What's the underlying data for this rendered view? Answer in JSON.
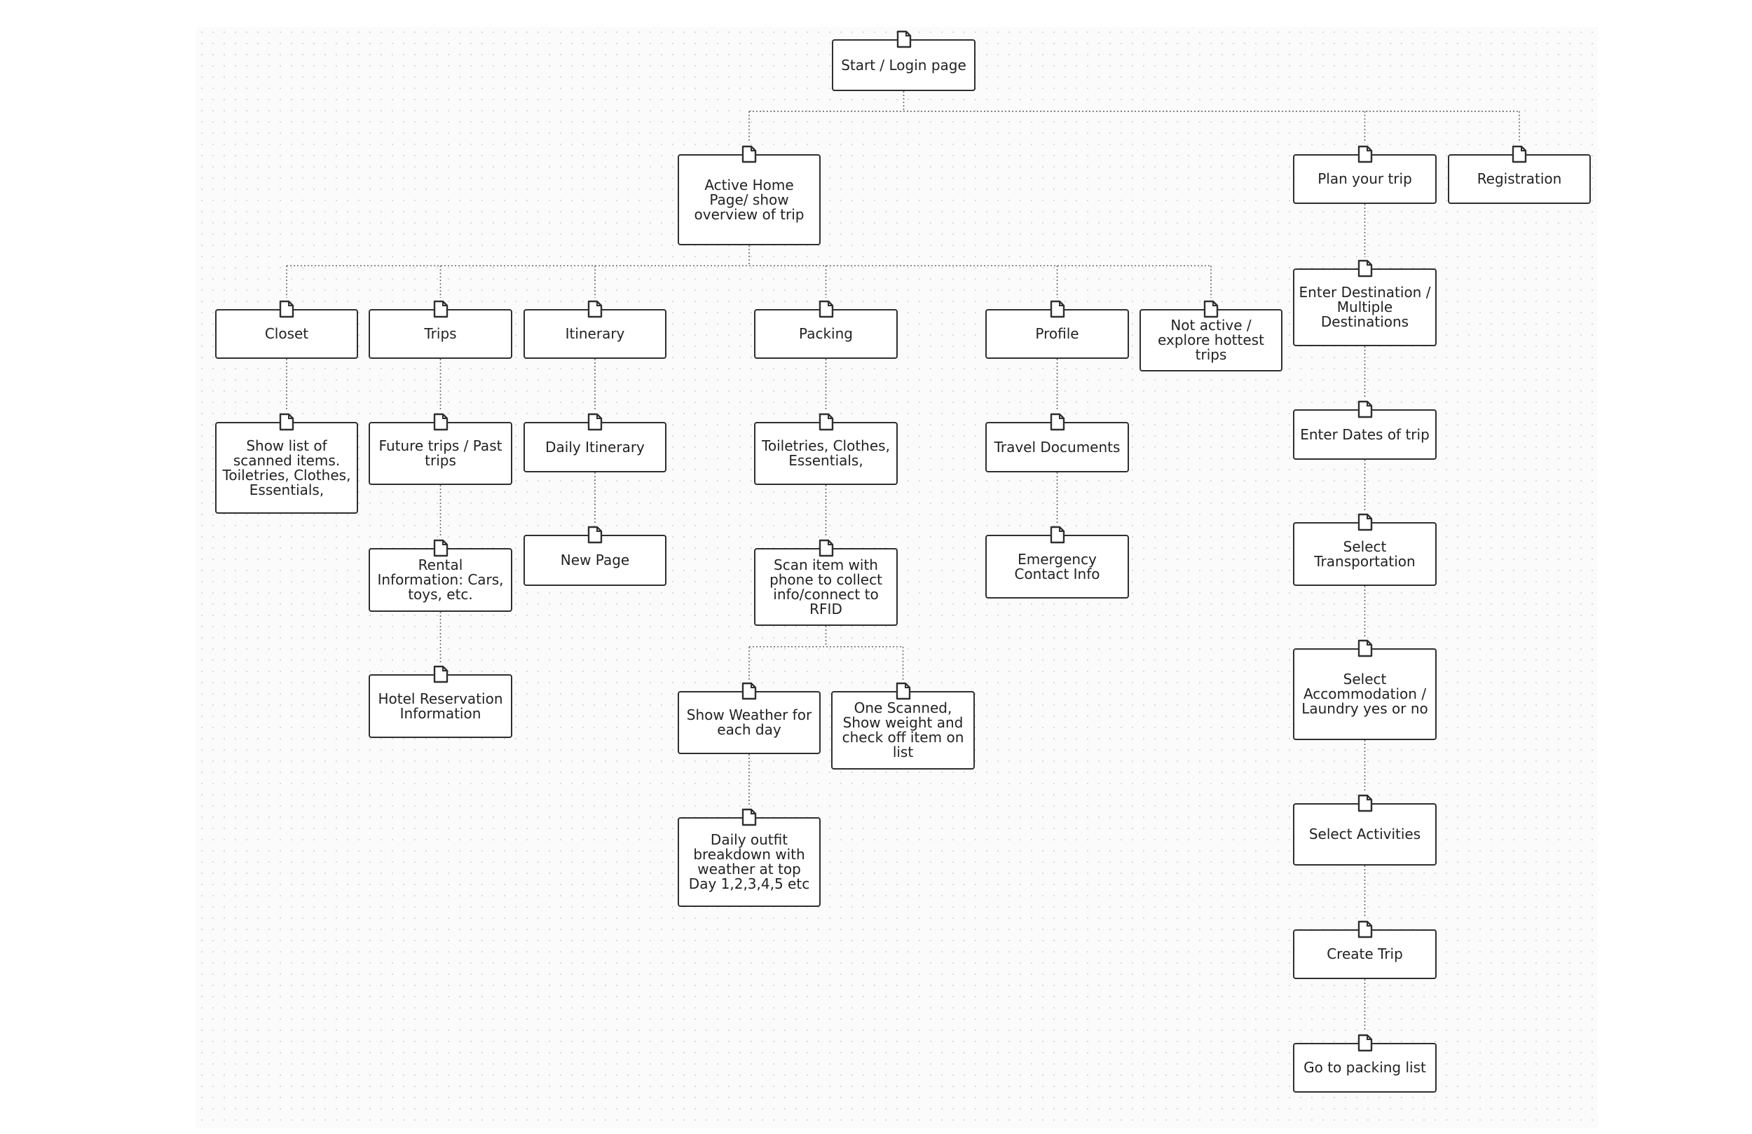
{
  "diagram": {
    "type": "sitemap",
    "nodes": [
      {
        "id": "start",
        "label": "Start / Login page"
      },
      {
        "id": "home",
        "label": "Active Home Page/ show overview of trip"
      },
      {
        "id": "plan",
        "label": "Plan your trip"
      },
      {
        "id": "registration",
        "label": "Registration"
      },
      {
        "id": "closet",
        "label": "Closet"
      },
      {
        "id": "trips",
        "label": "Trips"
      },
      {
        "id": "itinerary",
        "label": "Itinerary"
      },
      {
        "id": "packing",
        "label": "Packing"
      },
      {
        "id": "profile",
        "label": "Profile"
      },
      {
        "id": "notactive",
        "label": "Not active / explore hottest trips"
      },
      {
        "id": "scanned",
        "label": "Show list of scanned items. Toiletries, Clothes, Essentials,"
      },
      {
        "id": "future",
        "label": "Future trips / Past trips"
      },
      {
        "id": "rental",
        "label": "Rental Information: Cars, toys, etc."
      },
      {
        "id": "hotel",
        "label": "Hotel Reservation Information"
      },
      {
        "id": "daily",
        "label": "Daily Itinerary"
      },
      {
        "id": "newpage",
        "label": "New Page"
      },
      {
        "id": "toiletries",
        "label": "Toiletries, Clothes, Essentials,"
      },
      {
        "id": "scan",
        "label": "Scan item with phone to collect info/connect to RFID"
      },
      {
        "id": "weather",
        "label": "Show Weather for each day"
      },
      {
        "id": "onescanned",
        "label": "One Scanned, Show weight and check off item on list"
      },
      {
        "id": "outfit",
        "label": "Daily outfit breakdown with weather at top Day 1,2,3,4,5 etc"
      },
      {
        "id": "traveldocs",
        "label": "Travel Documents"
      },
      {
        "id": "emergency",
        "label": "Emergency Contact Info"
      },
      {
        "id": "destination",
        "label": "Enter Destination / Multiple Destinations"
      },
      {
        "id": "dates",
        "label": "Enter Dates of trip"
      },
      {
        "id": "transport",
        "label": "Select Transportation"
      },
      {
        "id": "accommodation",
        "label": "Select Accommodation / Laundry yes or no"
      },
      {
        "id": "activities",
        "label": "Select Activities"
      },
      {
        "id": "create",
        "label": "Create Trip"
      },
      {
        "id": "gopacking",
        "label": "Go to packing list"
      }
    ],
    "edges": [
      [
        "start",
        "home"
      ],
      [
        "start",
        "plan"
      ],
      [
        "start",
        "registration"
      ],
      [
        "home",
        "closet"
      ],
      [
        "home",
        "trips"
      ],
      [
        "home",
        "itinerary"
      ],
      [
        "home",
        "packing"
      ],
      [
        "home",
        "profile"
      ],
      [
        "home",
        "notactive"
      ],
      [
        "closet",
        "scanned"
      ],
      [
        "trips",
        "future"
      ],
      [
        "future",
        "rental"
      ],
      [
        "rental",
        "hotel"
      ],
      [
        "itinerary",
        "daily"
      ],
      [
        "daily",
        "newpage"
      ],
      [
        "packing",
        "toiletries"
      ],
      [
        "toiletries",
        "scan"
      ],
      [
        "scan",
        "weather"
      ],
      [
        "scan",
        "onescanned"
      ],
      [
        "weather",
        "outfit"
      ],
      [
        "profile",
        "traveldocs"
      ],
      [
        "traveldocs",
        "emergency"
      ],
      [
        "plan",
        "destination"
      ],
      [
        "destination",
        "dates"
      ],
      [
        "dates",
        "transport"
      ],
      [
        "transport",
        "accommodation"
      ],
      [
        "accommodation",
        "activities"
      ],
      [
        "activities",
        "create"
      ],
      [
        "create",
        "gopacking"
      ]
    ]
  }
}
